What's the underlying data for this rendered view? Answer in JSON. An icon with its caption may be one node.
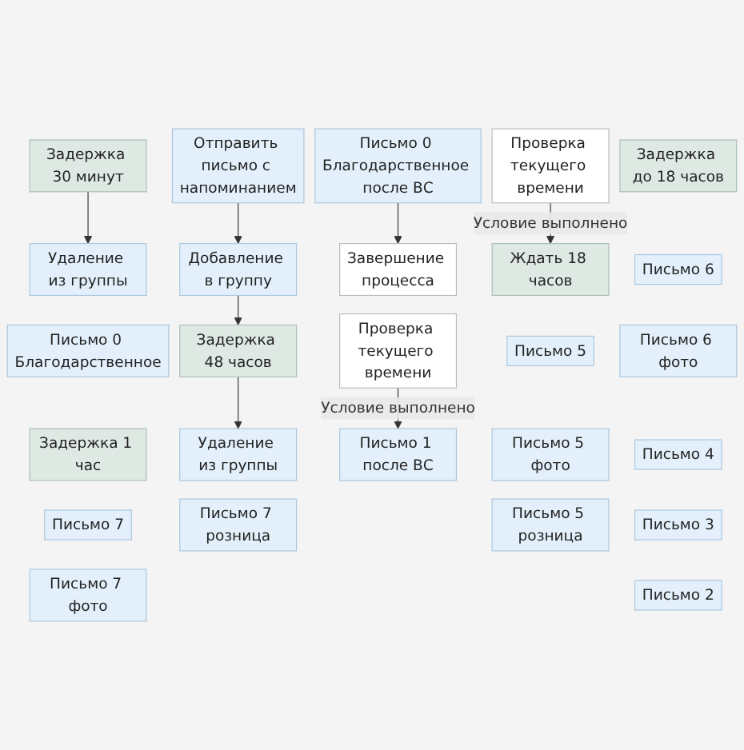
{
  "diagram": {
    "nodes": [
      {
        "text": [
          "Задержка 30 минут"
        ]
      },
      {
        "text": [
          "Удаление из группы"
        ]
      },
      {
        "text": [
          "Письмо 0 Благодарственное"
        ]
      },
      {
        "text": [
          "Отправить письмо с напоминанием"
        ]
      },
      {
        "text": [
          "Добавление в группу"
        ]
      },
      {
        "text": [
          "Задержка 48 часов"
        ]
      },
      {
        "text": [
          "Удаление из группы"
        ]
      },
      {
        "text": [
          "Письмо 0 Благодарственное после ВС"
        ]
      },
      {
        "text": [
          "Завершение процесса"
        ]
      },
      {
        "text": [
          "Задержка 1 час"
        ]
      },
      {
        "text": [
          "Проверка текущего времени"
        ]
      },
      {
        "text": [
          "Письмо 1 после ВС"
        ]
      },
      {
        "text": [
          "Письмо 7"
        ]
      },
      {
        "text": [
          "Письмо 7 фото"
        ]
      },
      {
        "text": [
          "Письмо 7 розница"
        ]
      },
      {
        "text": [
          "Проверка текущего времени"
        ]
      },
      {
        "text": [
          "Ждать 18 часов"
        ]
      },
      {
        "text": [
          "Письмо 5"
        ]
      },
      {
        "text": [
          "Письмо 5 фото"
        ]
      },
      {
        "text": [
          "Письмо 5 розница"
        ]
      },
      {
        "text": [
          "Задержка до 18 часов"
        ]
      },
      {
        "text": [
          "Письмо 6"
        ]
      },
      {
        "text": [
          "Письмо 6 фото"
        ]
      },
      {
        "text": [
          "Письмо 4"
        ]
      },
      {
        "text": [
          "Письмо 3"
        ]
      },
      {
        "text": [
          "Письмо 2"
        ]
      }
    ],
    "edges": [
      {
        "from": 0,
        "to": 1,
        "arrow": "to"
      },
      {
        "from": 3,
        "to": 4,
        "arrow": "to"
      },
      {
        "from": 4,
        "to": 5,
        "arrow": "to"
      },
      {
        "from": 5,
        "to": 6,
        "arrow": "to"
      },
      {
        "from": 7,
        "to": 8,
        "arrow": "to"
      },
      {
        "from": 10,
        "to": 11,
        "label": "Условие выполнено",
        "arrow": "to"
      },
      {
        "from": 15,
        "to": 16,
        "label": "Условие выполнено",
        "arrow": "to"
      }
    ]
  }
}
